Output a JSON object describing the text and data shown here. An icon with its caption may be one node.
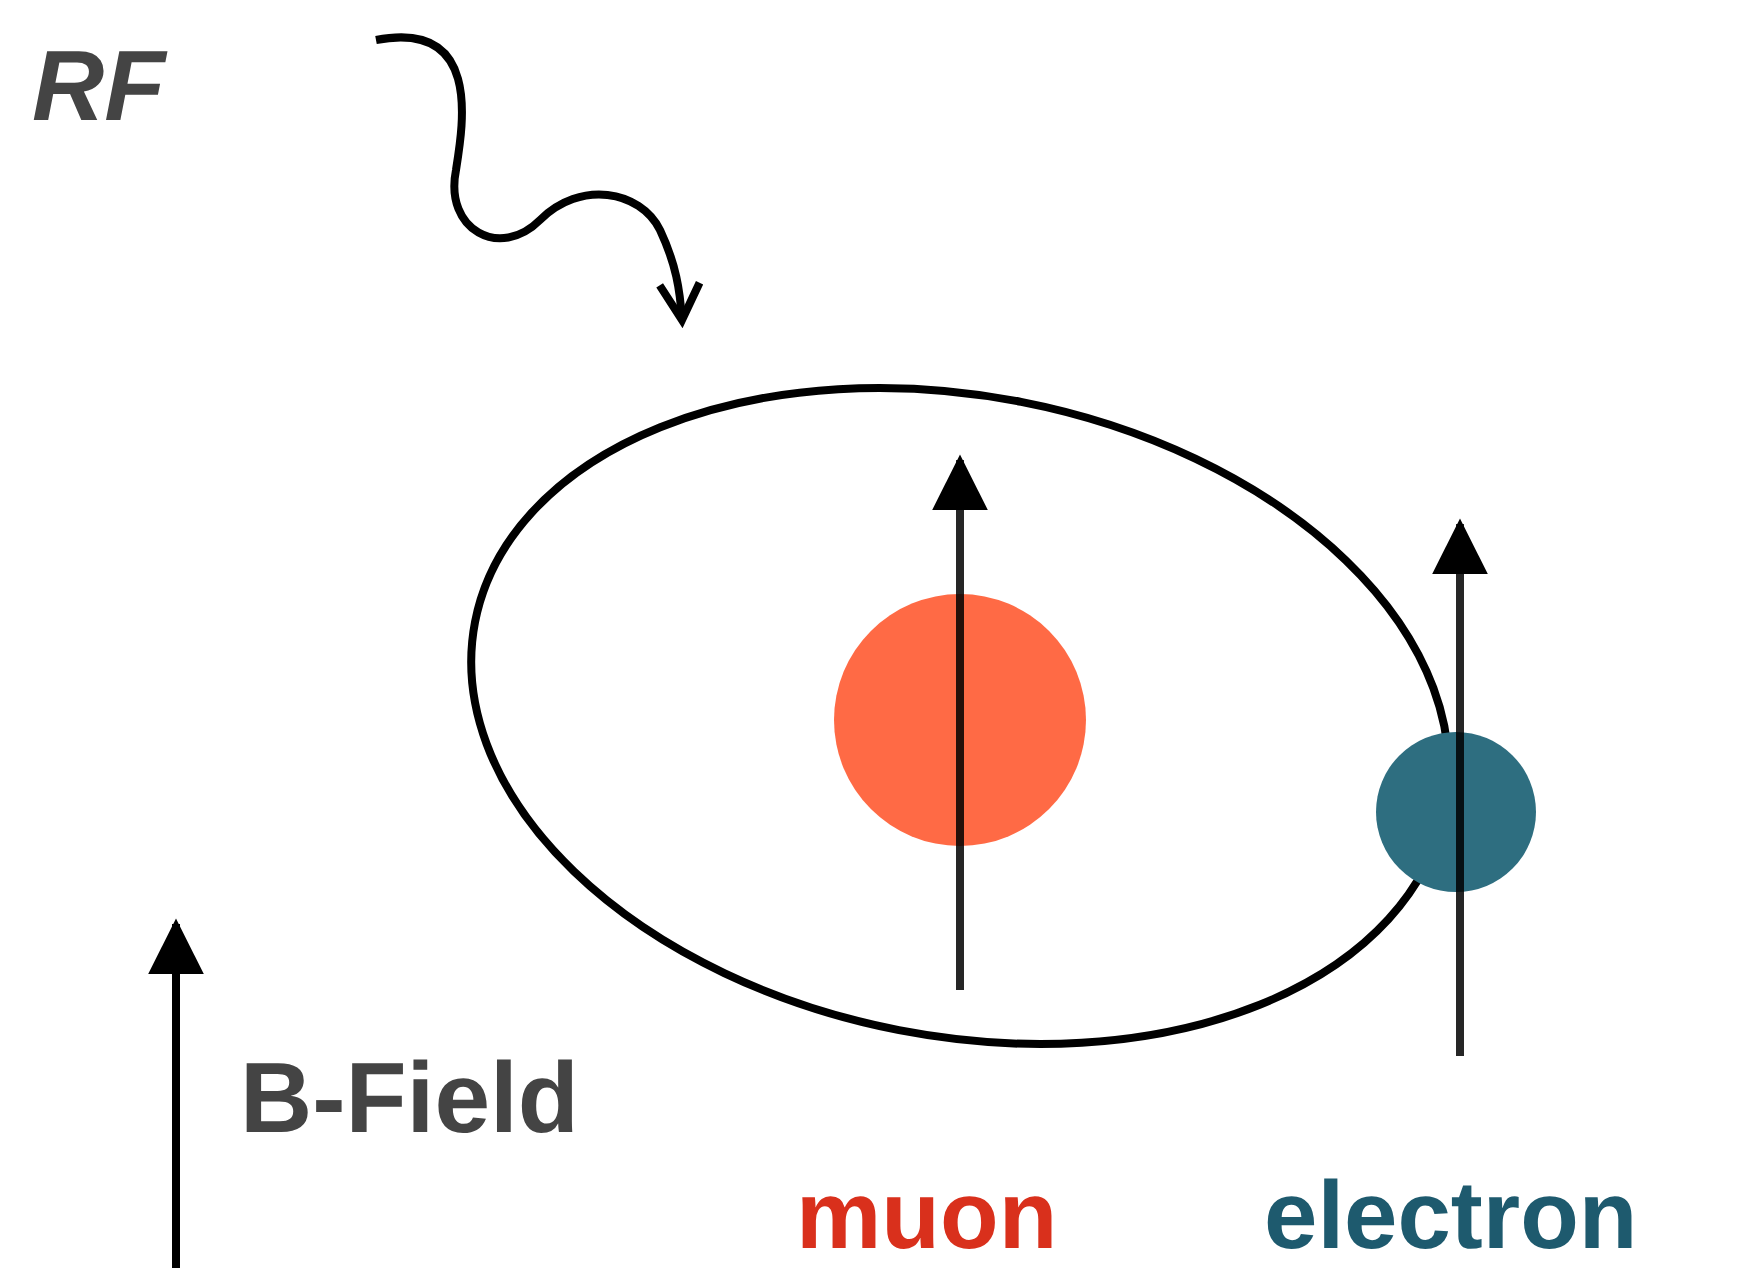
{
  "diagram": {
    "labels": [
      "RF",
      "B-Field",
      "muon",
      "electron"
    ]
  }
}
